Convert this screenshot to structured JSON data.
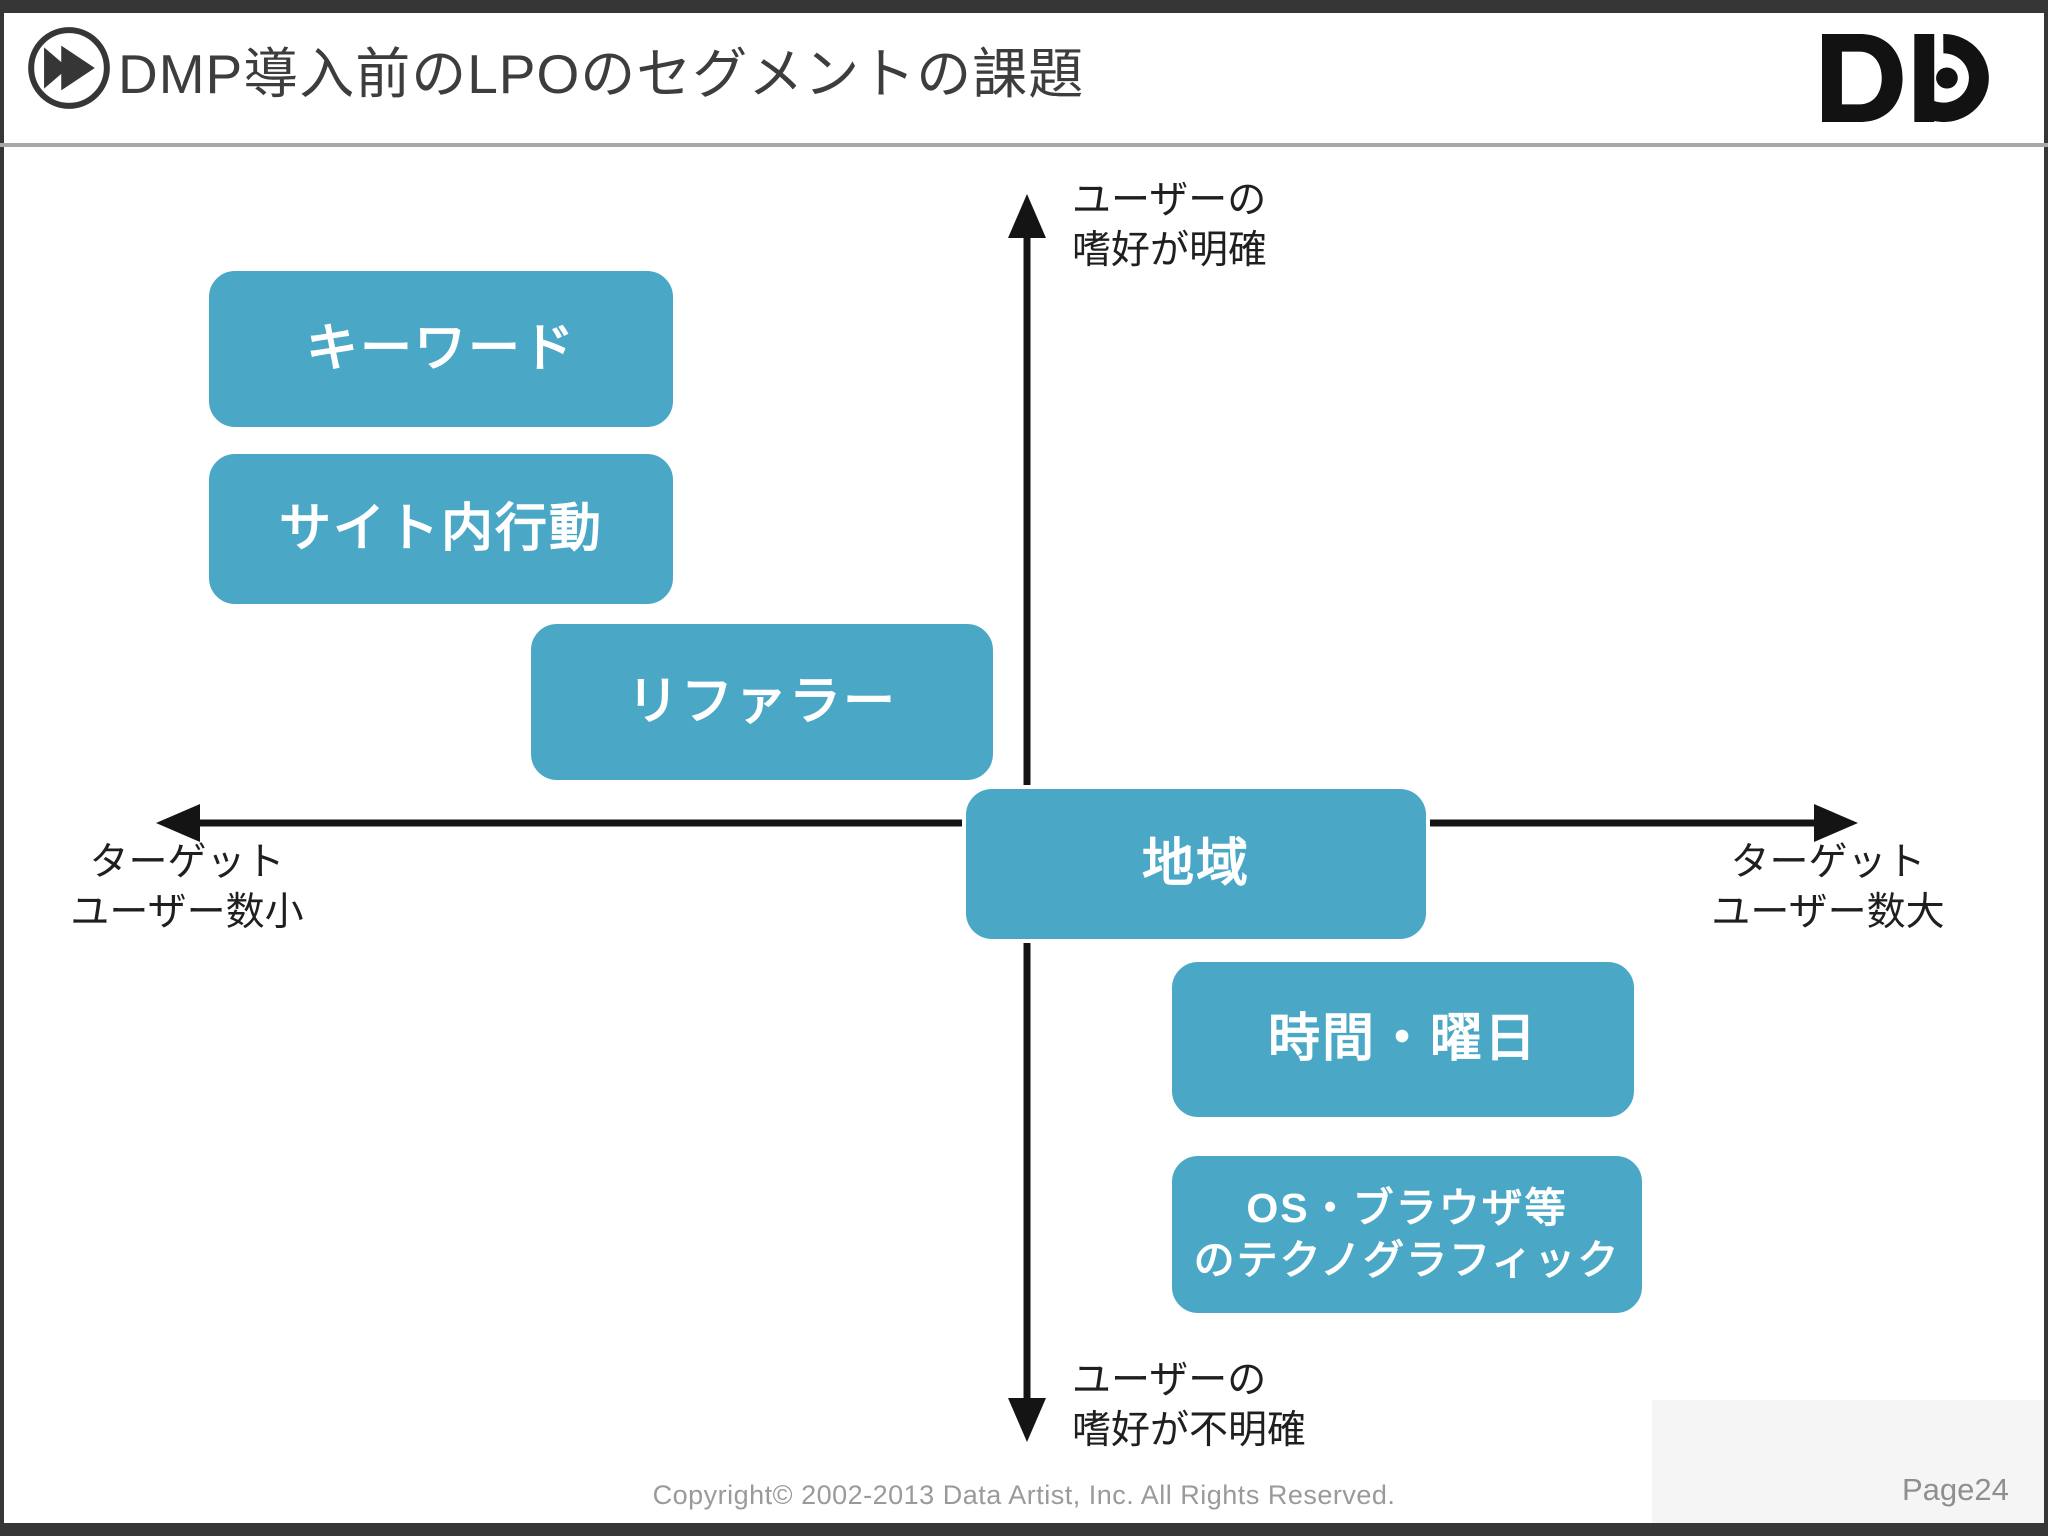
{
  "slide": {
    "header": {
      "title": "DMP導入前のLPOのセグメントの課題",
      "logo_name": "Data Artist logo"
    },
    "axes": {
      "top_label": [
        "ユーザーの",
        "嗜好が明確"
      ],
      "bottom_label": [
        "ユーザーの",
        "嗜好が不明確"
      ],
      "left_label": [
        "ターゲット",
        "ユーザー数小"
      ],
      "right_label": [
        "ターゲット",
        "ユーザー数大"
      ]
    },
    "boxes": [
      {
        "lines": [
          "キーワード"
        ]
      },
      {
        "lines": [
          "サイト内行動"
        ]
      },
      {
        "lines": [
          "リファラー"
        ]
      },
      {
        "lines": [
          "地域"
        ]
      },
      {
        "lines": [
          "時間・曜日"
        ]
      },
      {
        "lines": [
          "OS・ブラウザ等",
          "のテクノグラフィック"
        ]
      }
    ],
    "footer": {
      "copyright": "Copyright© 2002-2013 Data Artist, Inc.  All Rights Reserved.",
      "page": "Page24"
    }
  },
  "colors": {
    "accent": "#4AA8C6",
    "frame": "#363636",
    "title": "#3D3D3D",
    "axis": "#141414",
    "muted": "#9A9A9A",
    "divider": "#A8A8A8"
  }
}
